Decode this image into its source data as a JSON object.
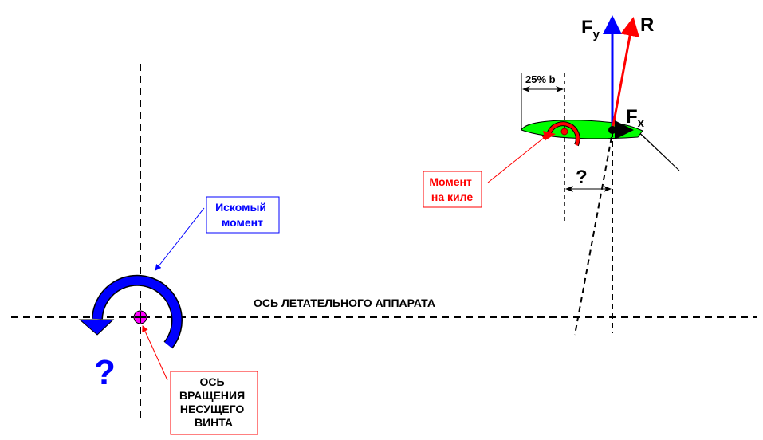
{
  "labels": {
    "fy": "F",
    "fy_sub": "y",
    "r": "R",
    "fx": "F",
    "fx_sub": "x",
    "chord_quarter": "25% b",
    "unknown_distance": "?",
    "unknown_moment": "?",
    "aircraft_axis": "ОСЬ ЛЕТАТЕЛЬНОГО АППАРАТА",
    "fin_moment": [
      "Момент",
      "на киле"
    ],
    "sought_moment": [
      "Искомый",
      "момент"
    ],
    "rotor_axis": [
      "ОСЬ",
      "ВРАЩЕНИЯ",
      "НЕСУЩЕГО",
      "ВИНТА"
    ]
  },
  "colors": {
    "lift": "#0000ff",
    "resultant": "#ff0000",
    "airfoil": "#00ff00",
    "flap": "#00ffff",
    "moment_blue": "#0000ff",
    "hub": "#ff00ff"
  }
}
